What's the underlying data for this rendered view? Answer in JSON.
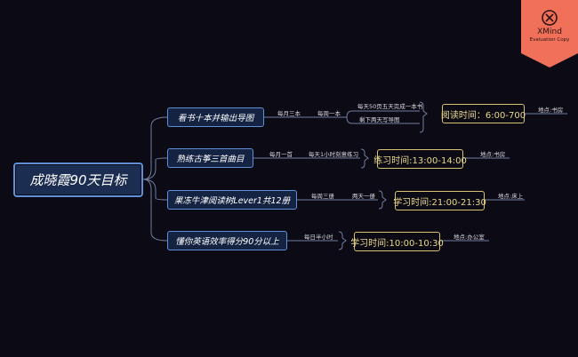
{
  "root": {
    "label": "成晓霞90天目标"
  },
  "branches": [
    {
      "label": "看书十本并输出导图",
      "edges": [
        "每月三本",
        "每周一本"
      ],
      "sub_items": [
        "每天50页五天完成一本书",
        "剩下两天写导图"
      ],
      "time": "阅读时间：6:00-700",
      "location": "地点:书房"
    },
    {
      "label": "熟练古筝三首曲目",
      "edges": [
        "每月一首",
        "每天1小时刻意练习"
      ],
      "time": "练习时间:13:00-14:00",
      "location": "地点:书房"
    },
    {
      "label": "果冻牛津阅读树Lever1共12册",
      "edges": [
        "每周三册",
        "两天一册"
      ],
      "time": "学习时间:21:00-21:30",
      "location": "地点:床上"
    },
    {
      "label": "懂你英语效率得分90分以上",
      "edges": [
        "每日半小时"
      ],
      "time": "学习时间:10:00-10:30",
      "location": "地点:办公室"
    }
  ],
  "watermark": {
    "brand": "XMind",
    "subtitle": "Evaluation Copy"
  },
  "colors": {
    "background": "#0c0a14",
    "node_border": "#5f8fd6",
    "node_fill": "#142342",
    "time_border": "#d7c370",
    "watermark": "#f0705a",
    "connector": "#6f7fa0"
  }
}
